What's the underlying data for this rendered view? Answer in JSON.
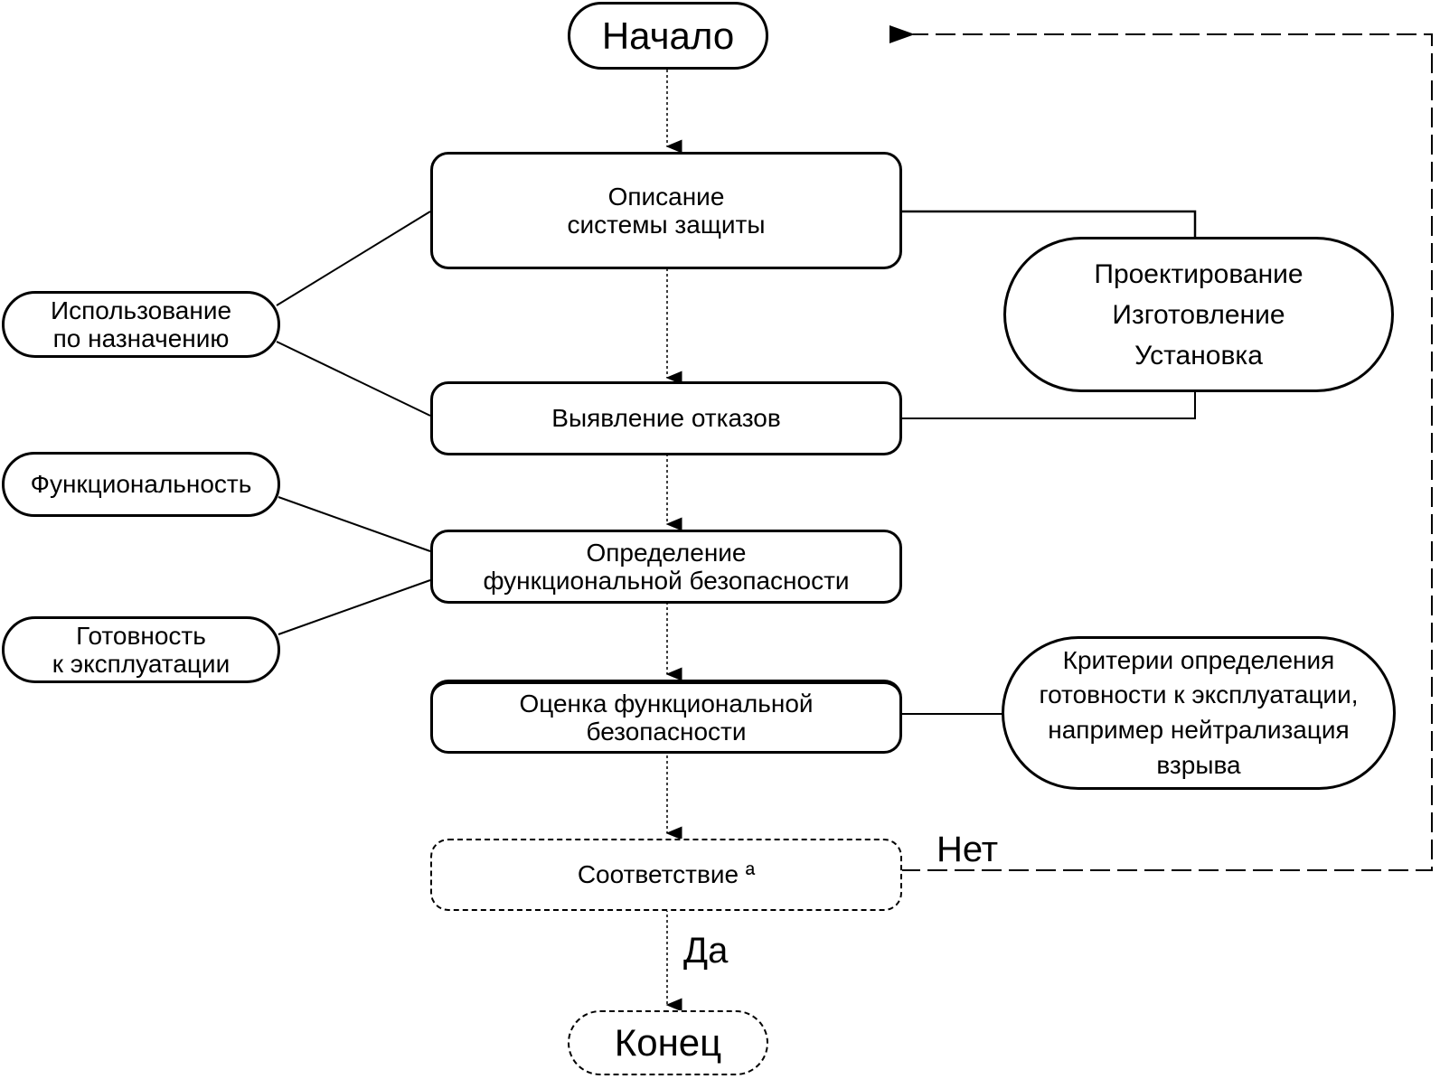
{
  "diagram": {
    "start": "Начало",
    "end": "Конец",
    "steps": [
      {
        "lines": [
          "Описание",
          "системы защиты"
        ]
      },
      {
        "lines": [
          "Выявление отказов"
        ]
      },
      {
        "lines": [
          "Определение",
          "функциональной безопасности"
        ]
      },
      {
        "lines": [
          "Оценка функциональной",
          "безопасности"
        ]
      }
    ],
    "decision": "Соответствие ª",
    "decision_yes": "Да",
    "decision_no": "Нет",
    "inputs_left": [
      {
        "lines": [
          "Использование",
          "по назначению"
        ]
      },
      {
        "lines": [
          "Функциональность"
        ]
      },
      {
        "lines": [
          "Готовность",
          "к эксплуатации"
        ]
      }
    ],
    "lifecycle": {
      "lines": [
        "Проектирование",
        "Изготовление",
        "Установка"
      ]
    },
    "criteria": {
      "lines": [
        "Критерии определения",
        "готовности к эксплуатации,",
        "например нейтрализация",
        "взрыва"
      ]
    }
  }
}
